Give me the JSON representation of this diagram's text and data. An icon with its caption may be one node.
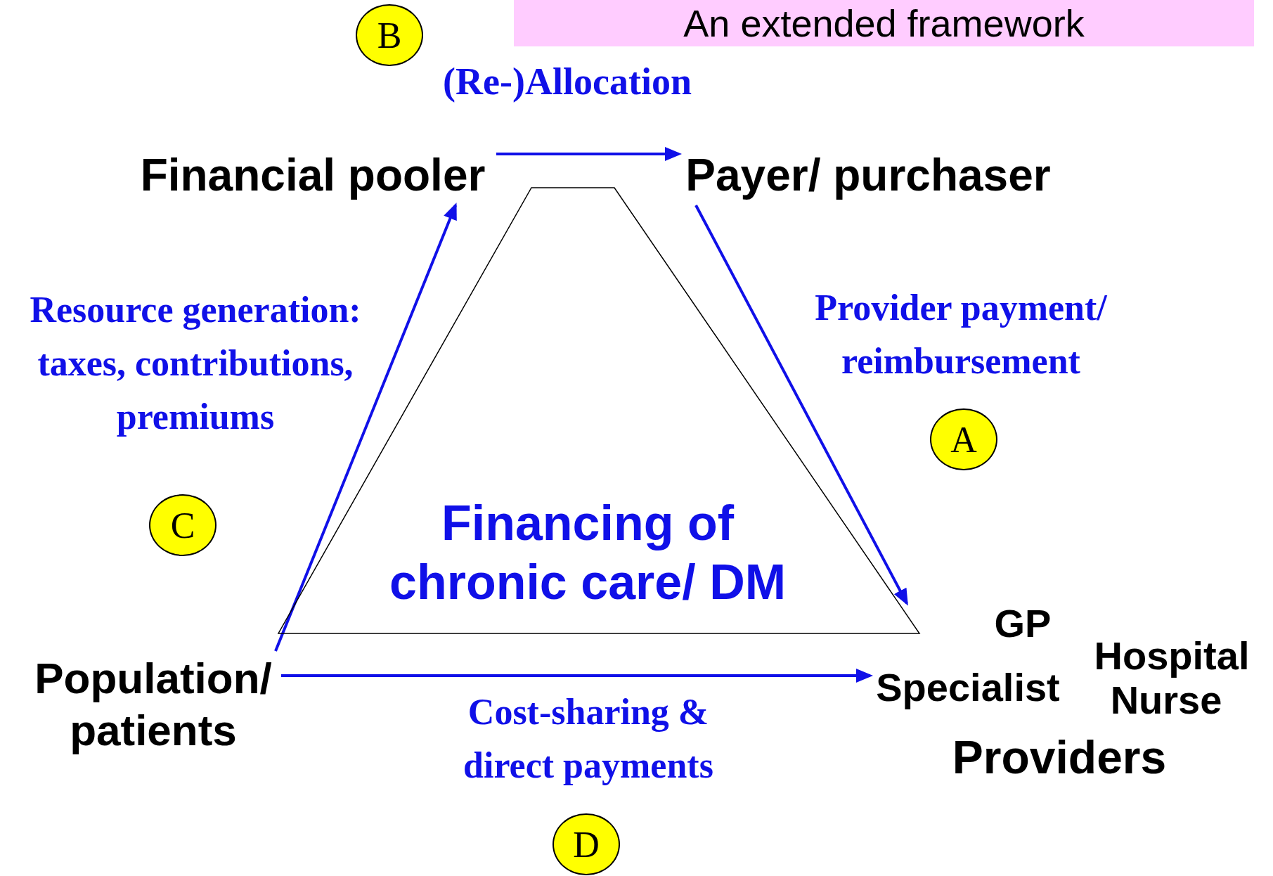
{
  "diagram": {
    "title": "An extended framework",
    "nodes": [
      {
        "text": [
          "Financial pooler"
        ]
      },
      {
        "text": [
          "Payer/ purchaser"
        ]
      },
      {
        "text": [
          "Population/ patients"
        ]
      },
      {
        "text": [
          "GP",
          "Specialist",
          "Hospital",
          "Nurse",
          "Providers"
        ]
      },
      {
        "text": [
          "Financing of chronic care/ DM"
        ]
      },
      {
        "text": [
          "B"
        ]
      },
      {
        "text": [
          "A"
        ]
      },
      {
        "text": [
          "C"
        ]
      },
      {
        "text": [
          "D"
        ]
      }
    ],
    "edges": [
      {
        "from": 0,
        "to": 1,
        "arrow": "to",
        "label": "(Re-)Allocation"
      },
      {
        "from": 2,
        "to": 0,
        "arrow": "to",
        "label": "Resource generation: taxes, contributions, premiums"
      },
      {
        "from": 1,
        "to": 3,
        "arrow": "to",
        "label": "Provider payment/ reimbursement"
      },
      {
        "from": 2,
        "to": 3,
        "arrow": "to",
        "label": "Cost-sharing & direct payments"
      }
    ]
  }
}
